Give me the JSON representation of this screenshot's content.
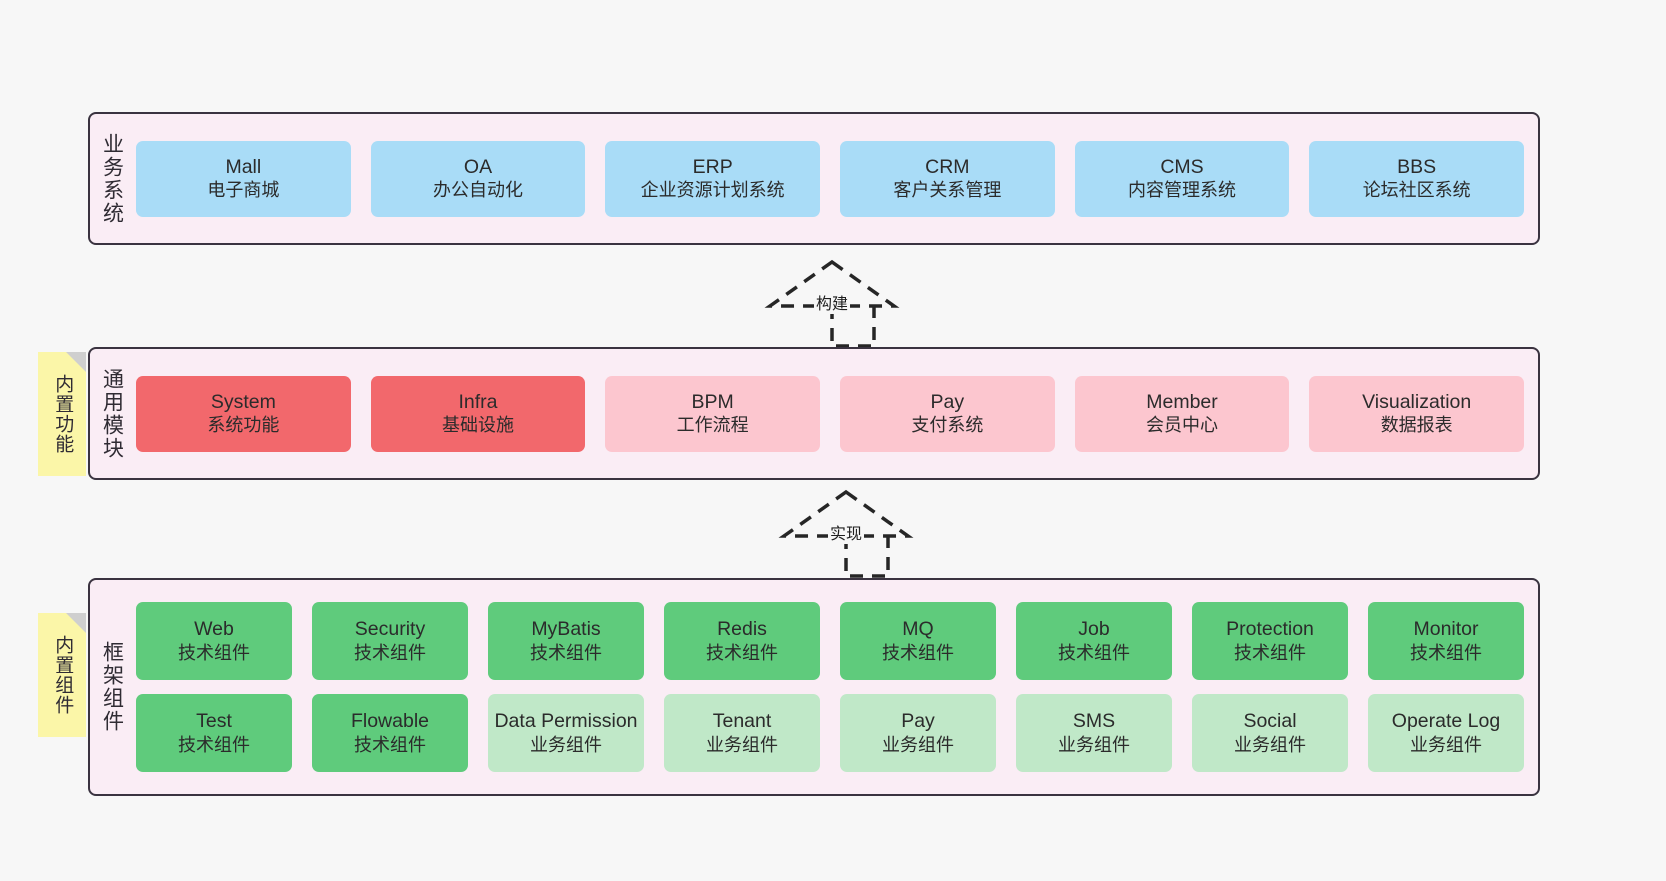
{
  "diagram": {
    "background_color": "#f7f7f7",
    "layers": [
      {
        "id": "business",
        "title": "业务系统",
        "accent": "#a9dcf7",
        "rows": [
          {
            "cells": [
              {
                "en": "Mall",
                "cn": "电子商城",
                "color": "blue"
              },
              {
                "en": "OA",
                "cn": "办公自动化",
                "color": "blue"
              },
              {
                "en": "ERP",
                "cn": "企业资源计划系统",
                "color": "blue"
              },
              {
                "en": "CRM",
                "cn": "客户关系管理",
                "color": "blue"
              },
              {
                "en": "CMS",
                "cn": "内容管理系统",
                "color": "blue"
              },
              {
                "en": "BBS",
                "cn": "论坛社区系统",
                "color": "blue"
              }
            ]
          }
        ]
      },
      {
        "id": "common",
        "title": "通用模块",
        "note": "内置功能",
        "accent": "#f2686c",
        "rows": [
          {
            "cells": [
              {
                "en": "System",
                "cn": "系统功能",
                "color": "red"
              },
              {
                "en": "Infra",
                "cn": "基础设施",
                "color": "red"
              },
              {
                "en": "BPM",
                "cn": "工作流程",
                "color": "pink"
              },
              {
                "en": "Pay",
                "cn": "支付系统",
                "color": "pink"
              },
              {
                "en": "Member",
                "cn": "会员中心",
                "color": "pink"
              },
              {
                "en": "Visualization",
                "cn": "数据报表",
                "color": "pink"
              }
            ]
          }
        ]
      },
      {
        "id": "framework",
        "title": "框架组件",
        "note": "内置组件",
        "accent": "#5fcb7c",
        "rows": [
          {
            "cells": [
              {
                "en": "Web",
                "cn": "技术组件",
                "color": "green"
              },
              {
                "en": "Security",
                "cn": "技术组件",
                "color": "green"
              },
              {
                "en": "MyBatis",
                "cn": "技术组件",
                "color": "green"
              },
              {
                "en": "Redis",
                "cn": "技术组件",
                "color": "green"
              },
              {
                "en": "MQ",
                "cn": "技术组件",
                "color": "green"
              },
              {
                "en": "Job",
                "cn": "技术组件",
                "color": "green"
              },
              {
                "en": "Protection",
                "cn": "技术组件",
                "color": "green"
              },
              {
                "en": "Monitor",
                "cn": "技术组件",
                "color": "green"
              }
            ]
          },
          {
            "cells": [
              {
                "en": "Test",
                "cn": "技术组件",
                "color": "green"
              },
              {
                "en": "Flowable",
                "cn": "技术组件",
                "color": "green"
              },
              {
                "en": "Data Permission",
                "cn": "业务组件",
                "color": "green-light"
              },
              {
                "en": "Tenant",
                "cn": "业务组件",
                "color": "green-light"
              },
              {
                "en": "Pay",
                "cn": "业务组件",
                "color": "green-light"
              },
              {
                "en": "SMS",
                "cn": "业务组件",
                "color": "green-light"
              },
              {
                "en": "Social",
                "cn": "业务组件",
                "color": "green-light"
              },
              {
                "en": "Operate Log",
                "cn": "业务组件",
                "color": "green-light"
              }
            ]
          }
        ]
      }
    ],
    "connectors": [
      {
        "id": "build",
        "label": "构建",
        "style": "dashed-generalization",
        "from": "common",
        "to": "business"
      },
      {
        "id": "impl",
        "label": "实现",
        "style": "dashed-generalization",
        "from": "framework",
        "to": "common"
      }
    ]
  }
}
